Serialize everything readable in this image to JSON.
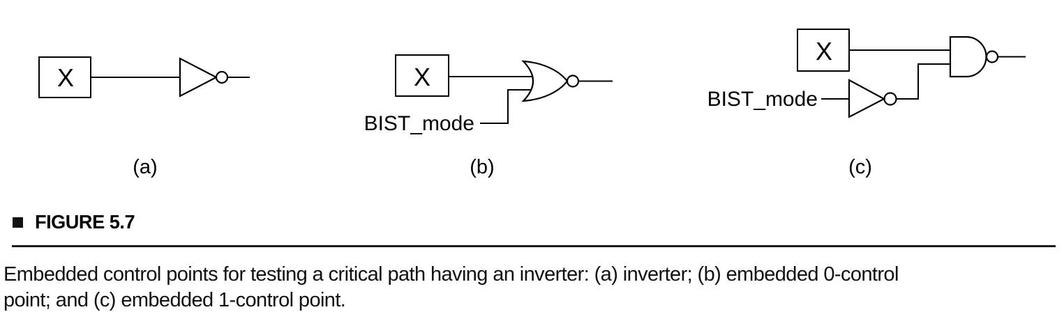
{
  "figure": {
    "heading": {
      "bullet_icon": "black-square",
      "title": "FIGURE 5.7"
    },
    "caption": {
      "lines": [
        "Embedded control points for testing a critical path having an inverter: (a) inverter; (b) embedded 0-control",
        "point; and (c) embedded 1-control point."
      ]
    },
    "panels": [
      {
        "label": "(a)",
        "box_label": "X",
        "gate_icon": "inverter-gate"
      },
      {
        "label": "(b)",
        "box_label": "X",
        "input_label": "BIST_mode",
        "gate_icon": "nor-gate"
      },
      {
        "label": "(c)",
        "box_label": "X",
        "input_label": "BIST_mode",
        "gate_icon": "nand-gate-with-input-inverter"
      }
    ]
  },
  "colors": {
    "ink": "#000000",
    "background": "#ffffff"
  }
}
